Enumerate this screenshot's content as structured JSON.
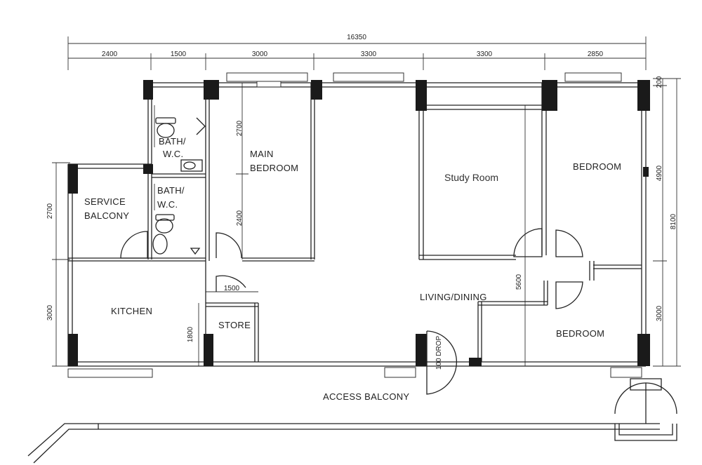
{
  "dimensions": {
    "total_width": "16350",
    "top": [
      "2400",
      "1500",
      "3000",
      "3300",
      "3300",
      "2850"
    ],
    "left": [
      "2700",
      "3000"
    ],
    "right_outer": "8100",
    "right_inner": [
      "200",
      "4900",
      "3000"
    ],
    "interior": {
      "main_bedroom_upper": "2700",
      "main_bedroom_lower": "2400",
      "store_width": "1500",
      "store_height": "1800",
      "living_depth": "5600",
      "drop": "100 DROP"
    }
  },
  "rooms": {
    "bath_1": [
      "BATH/",
      "W.C."
    ],
    "bath_2": [
      "BATH/",
      "W.C."
    ],
    "service_balcony": [
      "SERVICE",
      "BALCONY"
    ],
    "main_bedroom": [
      "MAIN",
      "BEDROOM"
    ],
    "study_room": "Study Room",
    "bedroom_1": "BEDROOM",
    "bedroom_2": "BEDROOM",
    "kitchen": "KITCHEN",
    "store": "STORE",
    "living_dining": "LIVING/DINING",
    "access_balcony": "ACCESS BALCONY"
  }
}
